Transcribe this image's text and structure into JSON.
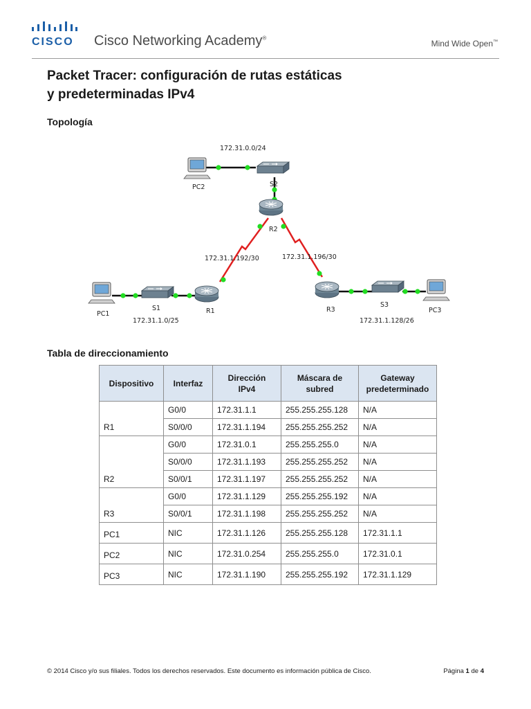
{
  "header": {
    "brand": "CISCO",
    "academy": "Cisco Networking Academy",
    "registered": "®",
    "tagline": "Mind Wide Open",
    "tagline_mark": "™"
  },
  "title_line1": "Packet Tracer: configuración de rutas estáticas",
  "title_line2": "y predeterminadas IPv4",
  "sections": {
    "topology": "Topología",
    "addressing": "Tabla de direccionamiento"
  },
  "topology": {
    "devices": {
      "pc1": "PC1",
      "pc2": "PC2",
      "pc3": "PC3",
      "s1": "S1",
      "s2": "S2",
      "s3": "S3",
      "r1": "R1",
      "r2": "R2",
      "r3": "R3"
    },
    "networks": {
      "lan_r2": "172.31.0.0/24",
      "lan_r1": "172.31.1.0/25",
      "lan_r3": "172.31.1.128/26",
      "wan_r1_r2": "172.31.1.192/30",
      "wan_r2_r3": "172.31.1.196/30"
    },
    "colors": {
      "link": "#111111",
      "serial": "#e02020",
      "port": "#22dd22"
    }
  },
  "table": {
    "headers": {
      "device": "Dispositivo",
      "interface": "Interfaz",
      "ip_1": "Dirección",
      "ip_2": "IPv4",
      "mask_1": "Máscara de",
      "mask_2": "subred",
      "gw_1": "Gateway",
      "gw_2": "predeterminado"
    },
    "rows": [
      {
        "device": "R1",
        "iface": [
          "G0/0",
          "S0/0/0"
        ],
        "ip": [
          "172.31.1.1",
          "172.31.1.194"
        ],
        "mask": [
          "255.255.255.128",
          "255.255.255.252"
        ],
        "gw": [
          "N/A",
          "N/A"
        ]
      },
      {
        "device": "R2",
        "iface": [
          "G0/0",
          "S0/0/0",
          "S0/0/1"
        ],
        "ip": [
          "172.31.0.1",
          "172.31.1.193",
          "172.31.1.197"
        ],
        "mask": [
          "255.255.255.0",
          "255.255.255.252",
          "255.255.255.252"
        ],
        "gw": [
          "N/A",
          "N/A",
          "N/A"
        ]
      },
      {
        "device": "R3",
        "iface": [
          "G0/0",
          "S0/0/1"
        ],
        "ip": [
          "172.31.1.129",
          "172.31.1.198"
        ],
        "mask": [
          "255.255.255.192",
          "255.255.255.252"
        ],
        "gw": [
          "N/A",
          "N/A"
        ]
      },
      {
        "device": "PC1",
        "iface": [
          "NIC"
        ],
        "ip": [
          "172.31.1.126"
        ],
        "mask": [
          "255.255.255.128"
        ],
        "gw": [
          "172.31.1.1"
        ]
      },
      {
        "device": "PC2",
        "iface": [
          "NIC"
        ],
        "ip": [
          "172.31.0.254"
        ],
        "mask": [
          "255.255.255.0"
        ],
        "gw": [
          "172.31.0.1"
        ]
      },
      {
        "device": "PC3",
        "iface": [
          "NIC"
        ],
        "ip": [
          "172.31.1.190"
        ],
        "mask": [
          "255.255.255.192"
        ],
        "gw": [
          "172.31.1.129"
        ]
      }
    ]
  },
  "footer": {
    "copyright": "© 2014 Cisco y/o sus filiales. Todos los derechos reservados. Este documento es información pública de Cisco.",
    "page_word": "Página",
    "page_num": "1",
    "page_of": "de",
    "page_total": "4"
  }
}
